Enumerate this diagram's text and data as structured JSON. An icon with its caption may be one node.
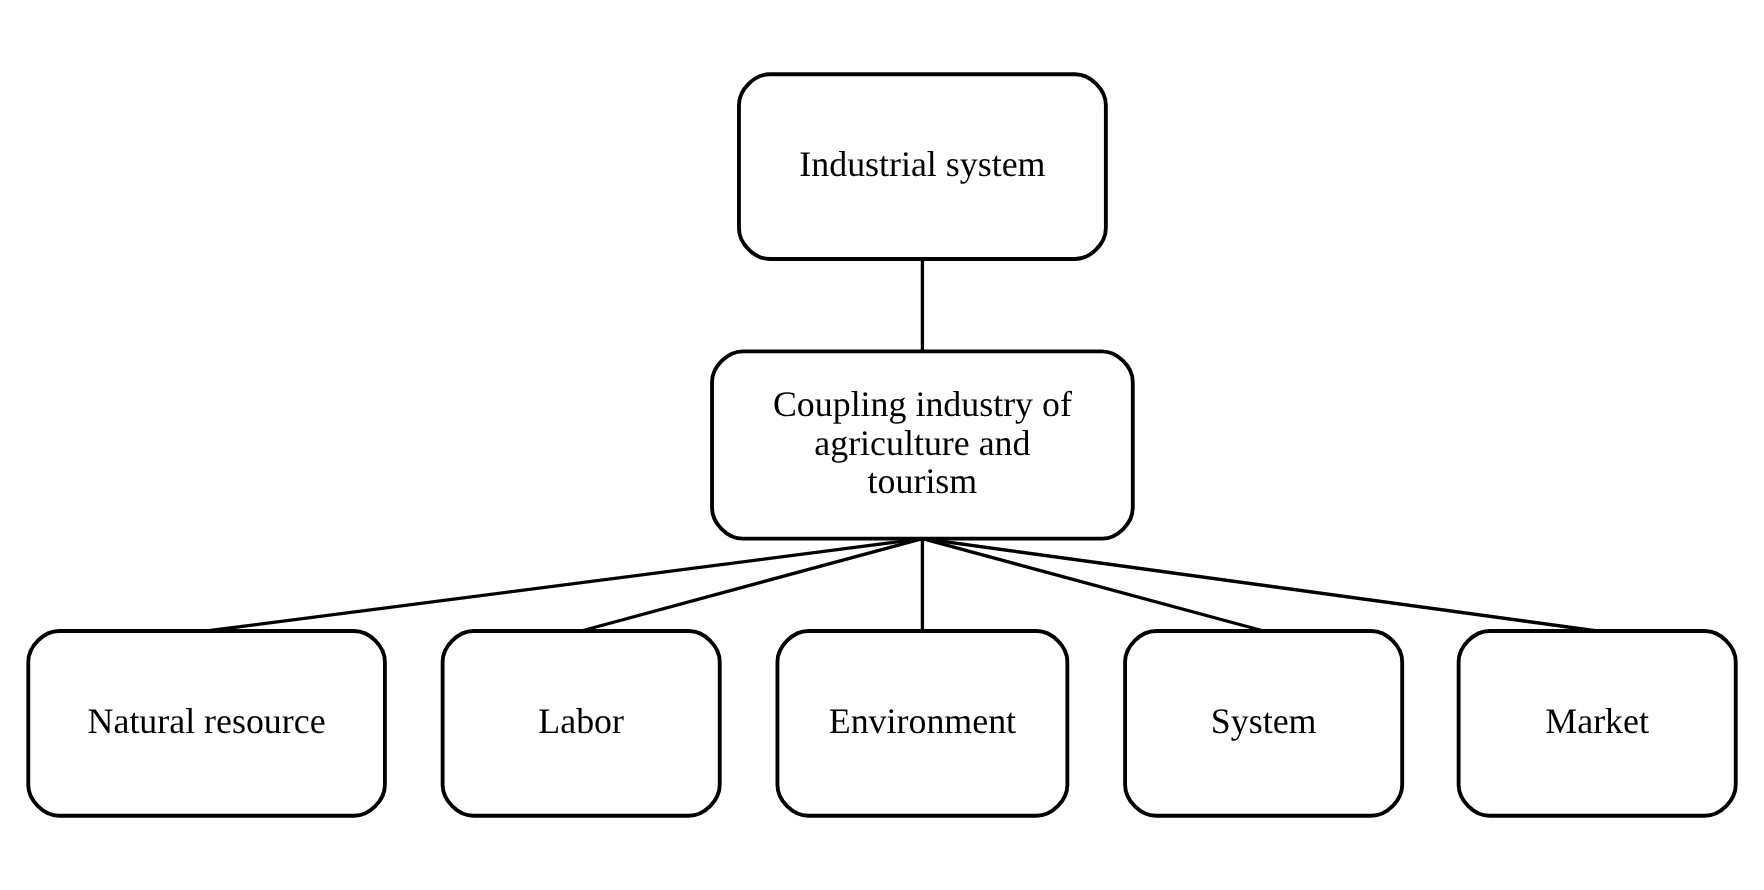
{
  "diagram": {
    "nodes": [
      {
        "text": [
          "Industrial system"
        ]
      },
      {
        "text": [
          "Coupling industry of agriculture and tourism"
        ]
      },
      {
        "text": [
          "Natural resource"
        ]
      },
      {
        "text": [
          "Labor"
        ]
      },
      {
        "text": [
          "Environment"
        ]
      },
      {
        "text": [
          "System"
        ]
      },
      {
        "text": [
          "Market"
        ]
      }
    ],
    "edges": [
      {
        "from": 0,
        "to": 1,
        "arrow": "none"
      },
      {
        "from": 1,
        "to": 2,
        "arrow": "none"
      },
      {
        "from": 1,
        "to": 3,
        "arrow": "none"
      },
      {
        "from": 1,
        "to": 4,
        "arrow": "none"
      },
      {
        "from": 1,
        "to": 5,
        "arrow": "none"
      },
      {
        "from": 1,
        "to": 6,
        "arrow": "none"
      }
    ]
  }
}
